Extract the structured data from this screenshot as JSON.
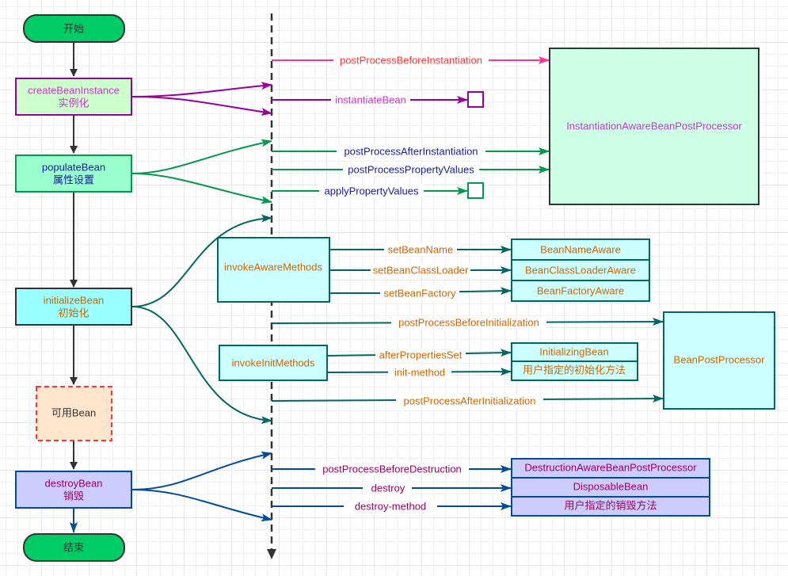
{
  "colors": {
    "terminal_fill": "#00cc66",
    "dark": "#333333",
    "create_stroke": "#990099",
    "create_fill": "#ccffcc",
    "create_text": "#cc33cc",
    "pink": "#ff3399",
    "pink_text": "#ff3333",
    "green_stroke": "#00994d",
    "populate_fill": "#99ffcc",
    "navy_text": "#1a1a99",
    "iabpp_fill": "#ccffe6",
    "teal": "#006666",
    "cyan_fill": "#99ffff",
    "light_cyan_fill": "#ccffff",
    "orange_text": "#cc6600",
    "available_fill": "#ffe6cc",
    "available_stroke": "#ff3333",
    "blue": "#004c99",
    "lavender_fill": "#ccccff",
    "maroon_text": "#990066"
  },
  "flow": {
    "start": "开始",
    "create": {
      "line1": "createBeanInstance",
      "line2": "实例化"
    },
    "populate": {
      "line1": "populateBean",
      "line2": "属性设置"
    },
    "initialize": {
      "line1": "initializeBean",
      "line2": "初始化"
    },
    "available": "可用Bean",
    "destroy": {
      "line1": "destroyBean",
      "line2": "销毁"
    },
    "end": "结束"
  },
  "instantiation": {
    "processor": "InstantiationAwareBeanPostProcessor",
    "before_instantiation": "postProcessBeforeInstantiation",
    "instantiate_bean": "instantiateBean",
    "after_instantiation": "postProcessAfterInstantiation",
    "property_values": "postProcessPropertyValues",
    "apply_property_values": "applyPropertyValues"
  },
  "aware": {
    "method": "invokeAwareMethods",
    "calls": [
      "setBeanName",
      "setBeanClassLoader",
      "setBeanFactory"
    ],
    "interfaces": [
      "BeanNameAware",
      "BeanClassLoaderAware",
      "BeanFactoryAware"
    ]
  },
  "init": {
    "processor": "BeanPostProcessor",
    "before_initialization": "postProcessBeforeInitialization",
    "method": "invokeInitMethods",
    "calls": [
      "afterPropertiesSet",
      "init-method"
    ],
    "targets": [
      "InitializingBean",
      "用户指定的初始化方法"
    ],
    "after_initialization": "postProcessAfterInitialization"
  },
  "destruction": {
    "calls": [
      "postProcessBeforeDestruction",
      "destroy",
      "destroy-method"
    ],
    "targets": [
      "DestructionAwareBeanPostProcessor",
      "DisposableBean",
      "用户指定的销毁方法"
    ]
  }
}
